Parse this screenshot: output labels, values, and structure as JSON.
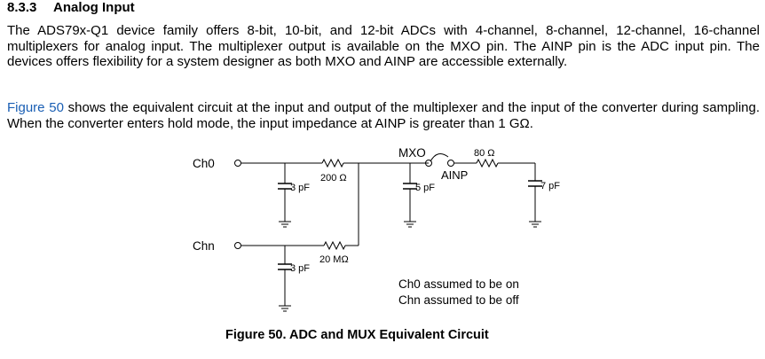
{
  "section": {
    "number": "8.3.3",
    "title": "Analog Input"
  },
  "paragraph1": "The ADS79x-Q1 device family offers 8-bit, 10-bit, and 12-bit ADCs with 4-channel, 8-channel, 12-channel, 16-channel multiplexers for analog input. The multiplexer output is available on the MXO pin. The AINP pin is the ADC input pin. The devices offers flexibility for a system designer as both MXO and AINP are accessible externally.",
  "paragraph2": {
    "link": "Figure 50",
    "text": " shows the equivalent circuit at the input and output of the multiplexer and the input of the converter during sampling. When the converter enters hold mode, the input impedance at AINP is greater than 1 GΩ."
  },
  "diagram": {
    "labels": {
      "ch0": "Ch0",
      "chn": "Chn",
      "mxo": "MXO",
      "ainp": "AINP",
      "r_80": "80 Ω",
      "r_200": "200 Ω",
      "r_20m": "20 MΩ",
      "c_ch0": "3 pF",
      "c_chn": "3 pF",
      "c_mxo": "5 pF",
      "c_ainp": "7 pF"
    },
    "notes": [
      "Ch0 assumed to be on",
      "Chn assumed to be off"
    ]
  },
  "caption": "Figure 50. ADC and MUX Equivalent Circuit"
}
